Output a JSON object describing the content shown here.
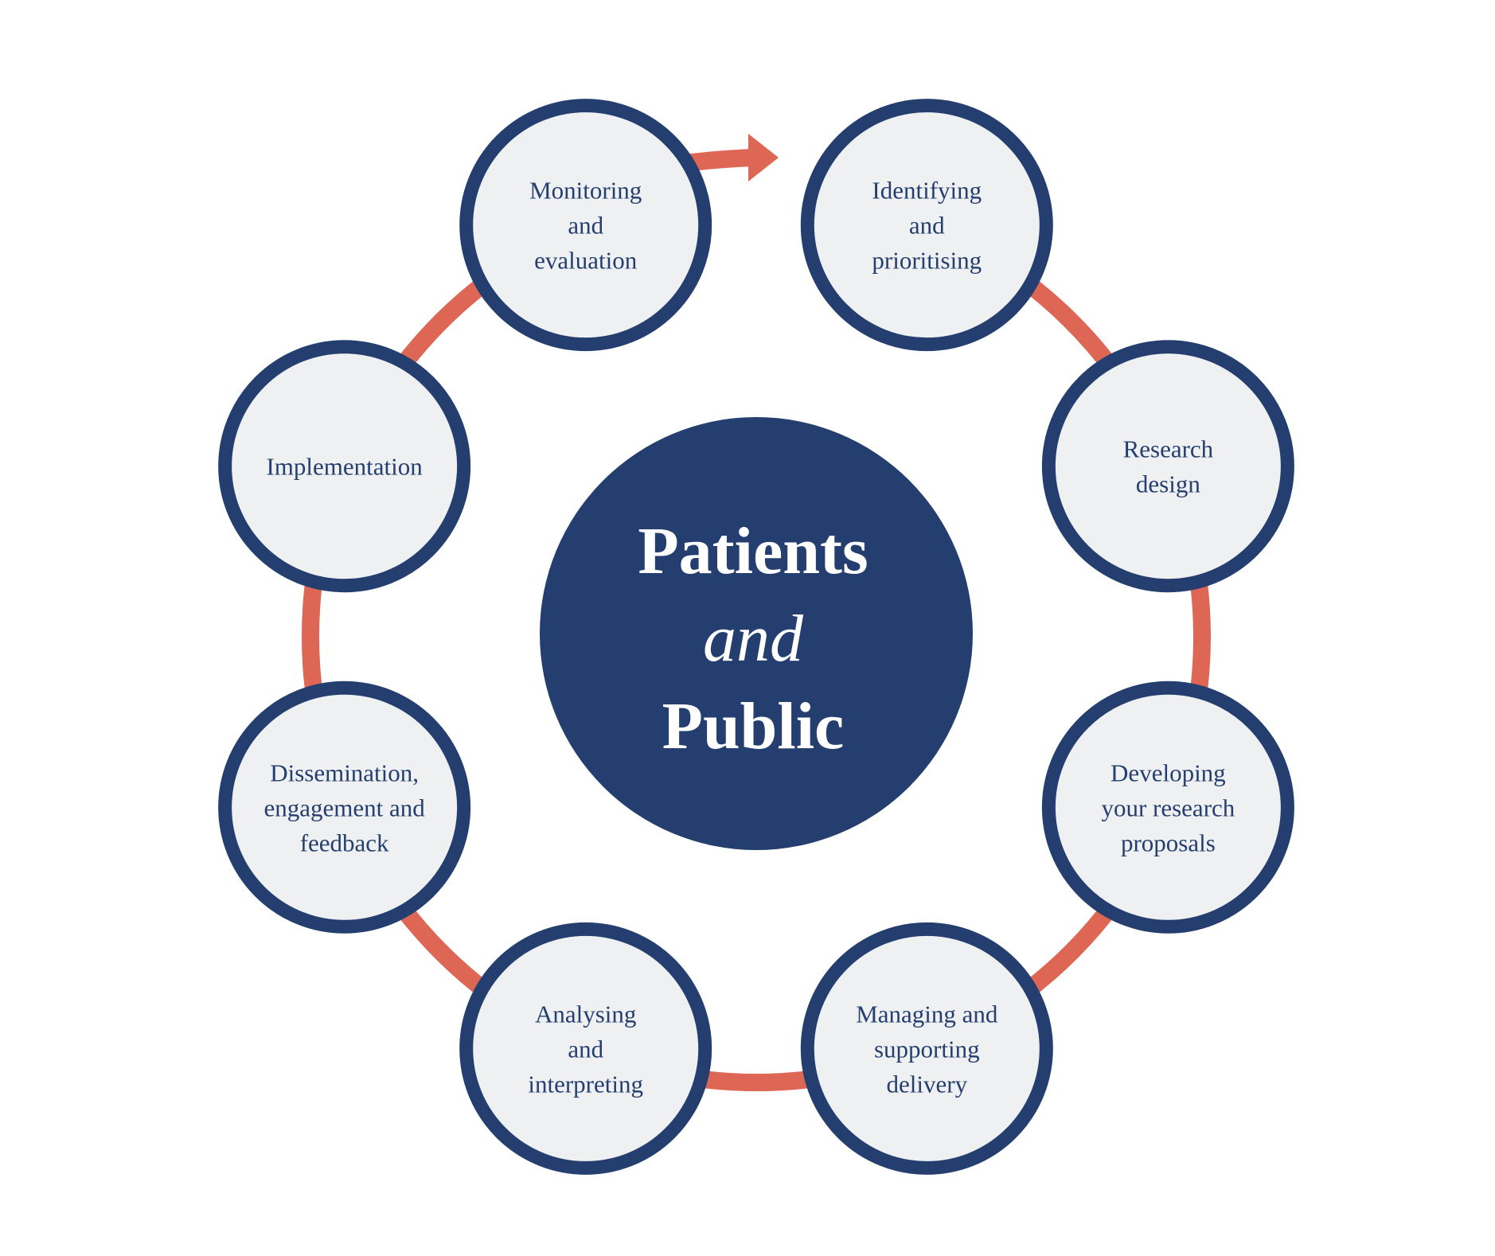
{
  "colors": {
    "background": "#ffffff",
    "ring": "#dd6654",
    "node_border": "#243f6f",
    "node_fill": "#eff0f2",
    "node_text": "#243f6f",
    "center_fill": "#243f6f",
    "center_text": "#ffffff"
  },
  "center": {
    "line1": "Patients",
    "line2": "and",
    "line3": "Public"
  },
  "stages": [
    {
      "id": "identifying",
      "lines": [
        "Identifying",
        "and",
        "prioritising"
      ]
    },
    {
      "id": "research-design",
      "lines": [
        "Research",
        "design"
      ]
    },
    {
      "id": "developing",
      "lines": [
        "Developing",
        "your research",
        "proposals"
      ]
    },
    {
      "id": "managing",
      "lines": [
        "Managing and",
        "supporting",
        "delivery"
      ]
    },
    {
      "id": "analysing",
      "lines": [
        "Analysing",
        "and",
        "interpreting"
      ]
    },
    {
      "id": "dissemination",
      "lines": [
        "Dissemination,",
        "engagement and",
        "feedback"
      ]
    },
    {
      "id": "implementation",
      "lines": [
        "Implementation"
      ]
    },
    {
      "id": "monitoring",
      "lines": [
        "Monitoring",
        "and",
        "evaluation"
      ]
    }
  ]
}
